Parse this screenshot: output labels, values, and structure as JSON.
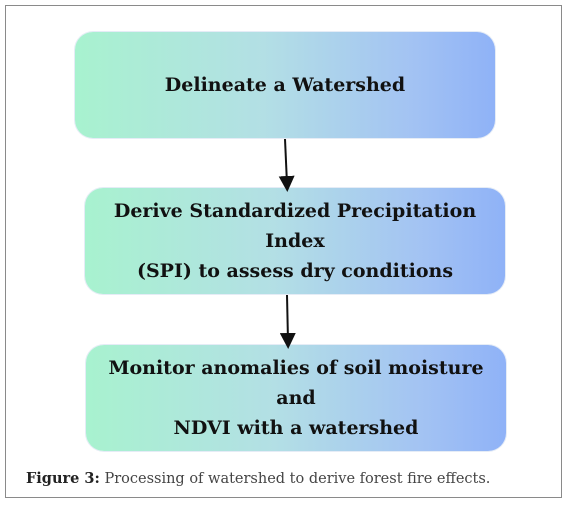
{
  "steps": [
    {
      "id": "step-1",
      "lines": [
        "Delineate a Watershed"
      ]
    },
    {
      "id": "step-2",
      "lines": [
        "Derive Standardized Precipitation Index",
        "(SPI) to assess dry conditions"
      ]
    },
    {
      "id": "step-3",
      "lines": [
        "Monitor anomalies of soil moisture and",
        "NDVI with a watershed"
      ]
    }
  ],
  "caption": {
    "label": "Figure 3:",
    "text": " Processing of watershed to derive forest fire effects."
  },
  "colors": {
    "box_gradient_start": "#a8f2cf",
    "box_gradient_end": "#8fb2f7",
    "arrow": "#111111"
  }
}
